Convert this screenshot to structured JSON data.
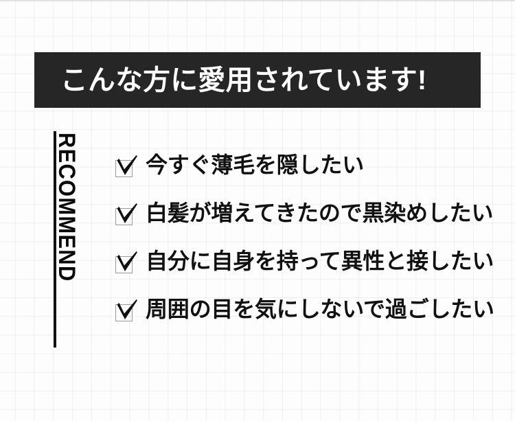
{
  "banner": {
    "title": "こんな方に愛用されています!",
    "background_color": "#262626",
    "text_color": "#ffffff"
  },
  "sidebar": {
    "vertical_label": "RECOMMEND",
    "rule_color": "#111111"
  },
  "checklist": {
    "checkbox_icon": "checkbox-checked-icon",
    "box_border_color": "#9a9a9a",
    "check_color": "#111111",
    "items": [
      {
        "label": "今すぐ薄毛を隠したい"
      },
      {
        "label": "白髪が増えてきたので黒染めしたい"
      },
      {
        "label": "自分に自身を持って異性と接したい"
      },
      {
        "label": "周囲の目を気にしないで過ごしたい"
      }
    ]
  },
  "background": {
    "color": "#fdfdfd",
    "grid_line_color": "#f0f0f0"
  }
}
